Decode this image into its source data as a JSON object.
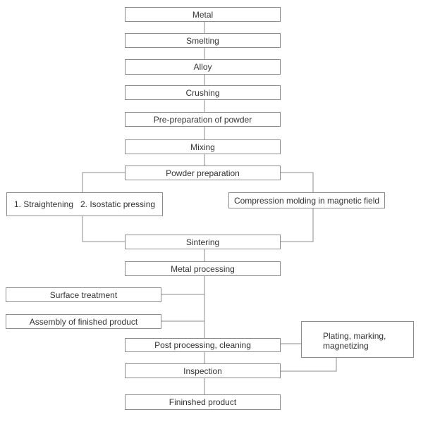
{
  "flowchart": {
    "steps": {
      "metal": "Metal",
      "smelting": "Smelting",
      "alloy": "Alloy",
      "crushing": "Crushing",
      "pre_preparation": "Pre-preparation of powder",
      "mixing": "Mixing",
      "powder_preparation": "Powder preparation",
      "pressing": "1. Straightening   2. Isostatic pressing",
      "compression_molding": "Compression molding in magnetic field",
      "sintering": "Sintering",
      "metal_processing": "Metal processing",
      "surface_treatment": "Surface treatment",
      "assembly": "Assembly of finished product",
      "post_processing": "Post processing, cleaning",
      "plating": "Plating, marking, magnetizing",
      "inspection": "Inspection",
      "finished_product": "Fininshed product"
    }
  }
}
